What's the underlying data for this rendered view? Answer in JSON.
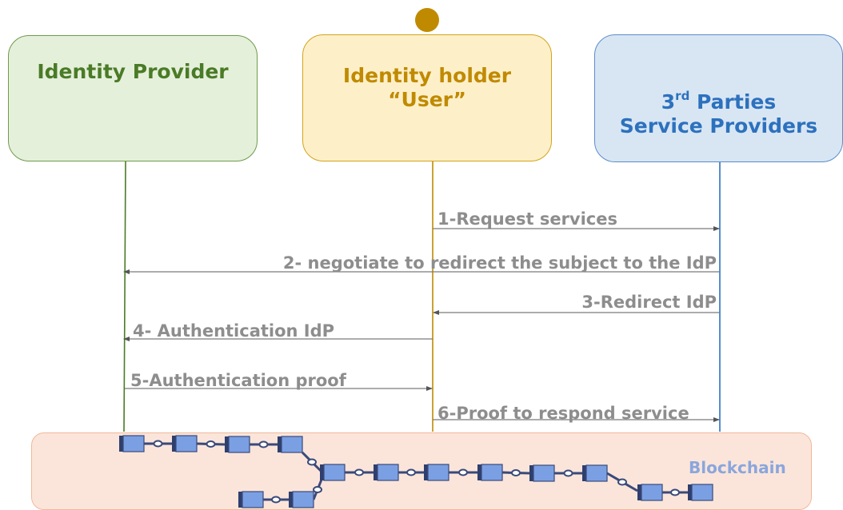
{
  "actors": {
    "identity_provider": "Identity Provider",
    "user": "Identity holder “User”",
    "service_providers_number": "3",
    "service_providers_superscript": "rd",
    "service_providers_line1_rest": " Parties",
    "service_providers_line2": "Service Providers"
  },
  "messages": [
    {
      "label": "1-Request services",
      "from": "user",
      "to": "service_providers"
    },
    {
      "label": "2- negotiate to redirect the subject to the IdP",
      "from": "service_providers",
      "to": "identity_provider"
    },
    {
      "label": "3-Redirect IdP",
      "from": "service_providers",
      "to": "user"
    },
    {
      "label": "4- Authentication IdP",
      "from": "user",
      "to": "identity_provider"
    },
    {
      "label": "5-Authentication proof",
      "from": "identity_provider",
      "to": "user"
    },
    {
      "label": "6-Proof to respond service",
      "from": "user",
      "to": "service_providers"
    }
  ],
  "blockchain": {
    "label": "Blockchain"
  },
  "colors": {
    "idp_border": "#6e9b4b",
    "user_border": "#d4a31a",
    "sp_border": "#5b8cc8",
    "arrow": "#7a7a7a",
    "block_fill": "#7b9fe3",
    "block_stroke": "#3a4a7a"
  },
  "icons": {
    "user_avatar": "person-icon"
  }
}
